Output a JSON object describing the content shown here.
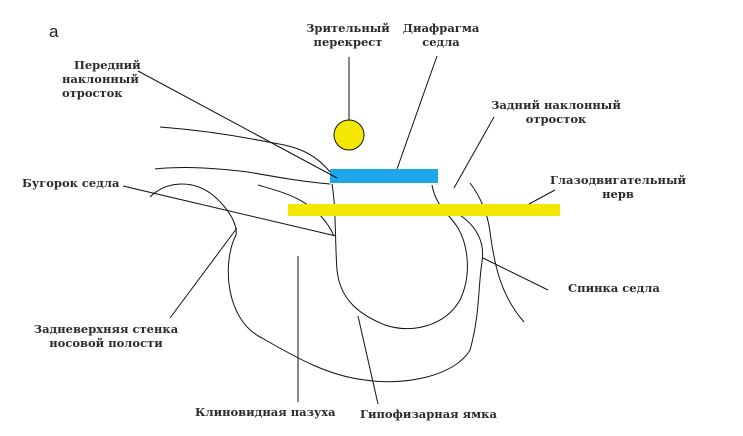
{
  "panel_letter": "а",
  "labels": {
    "optic_chiasm": [
      "Зрительный",
      "перекрест"
    ],
    "diaphragm": [
      "Диафрагма",
      "седла"
    ],
    "anterior_clinoid": [
      "Передний",
      "наклонный",
      "отросток"
    ],
    "posterior_clinoid": [
      "Задний наклонный",
      "отросток"
    ],
    "tuberculum": [
      "Бугорок седла"
    ],
    "oculomotor": [
      "Глазодвигательный",
      "нерв"
    ],
    "dorsum": [
      "Спинка седла"
    ],
    "nasal_wall": [
      "Задневерхняя стенка",
      "носовой полости"
    ],
    "sphenoid_sinus": [
      "Клиновидная пазуха"
    ],
    "pituitary_fossa": [
      "Гипофизарная ямка"
    ]
  },
  "colors": {
    "chiasm_fill": "#f5e800",
    "diaphragm": "#1ea6e6",
    "nerve": "#f5e800",
    "ink": "#111111"
  }
}
